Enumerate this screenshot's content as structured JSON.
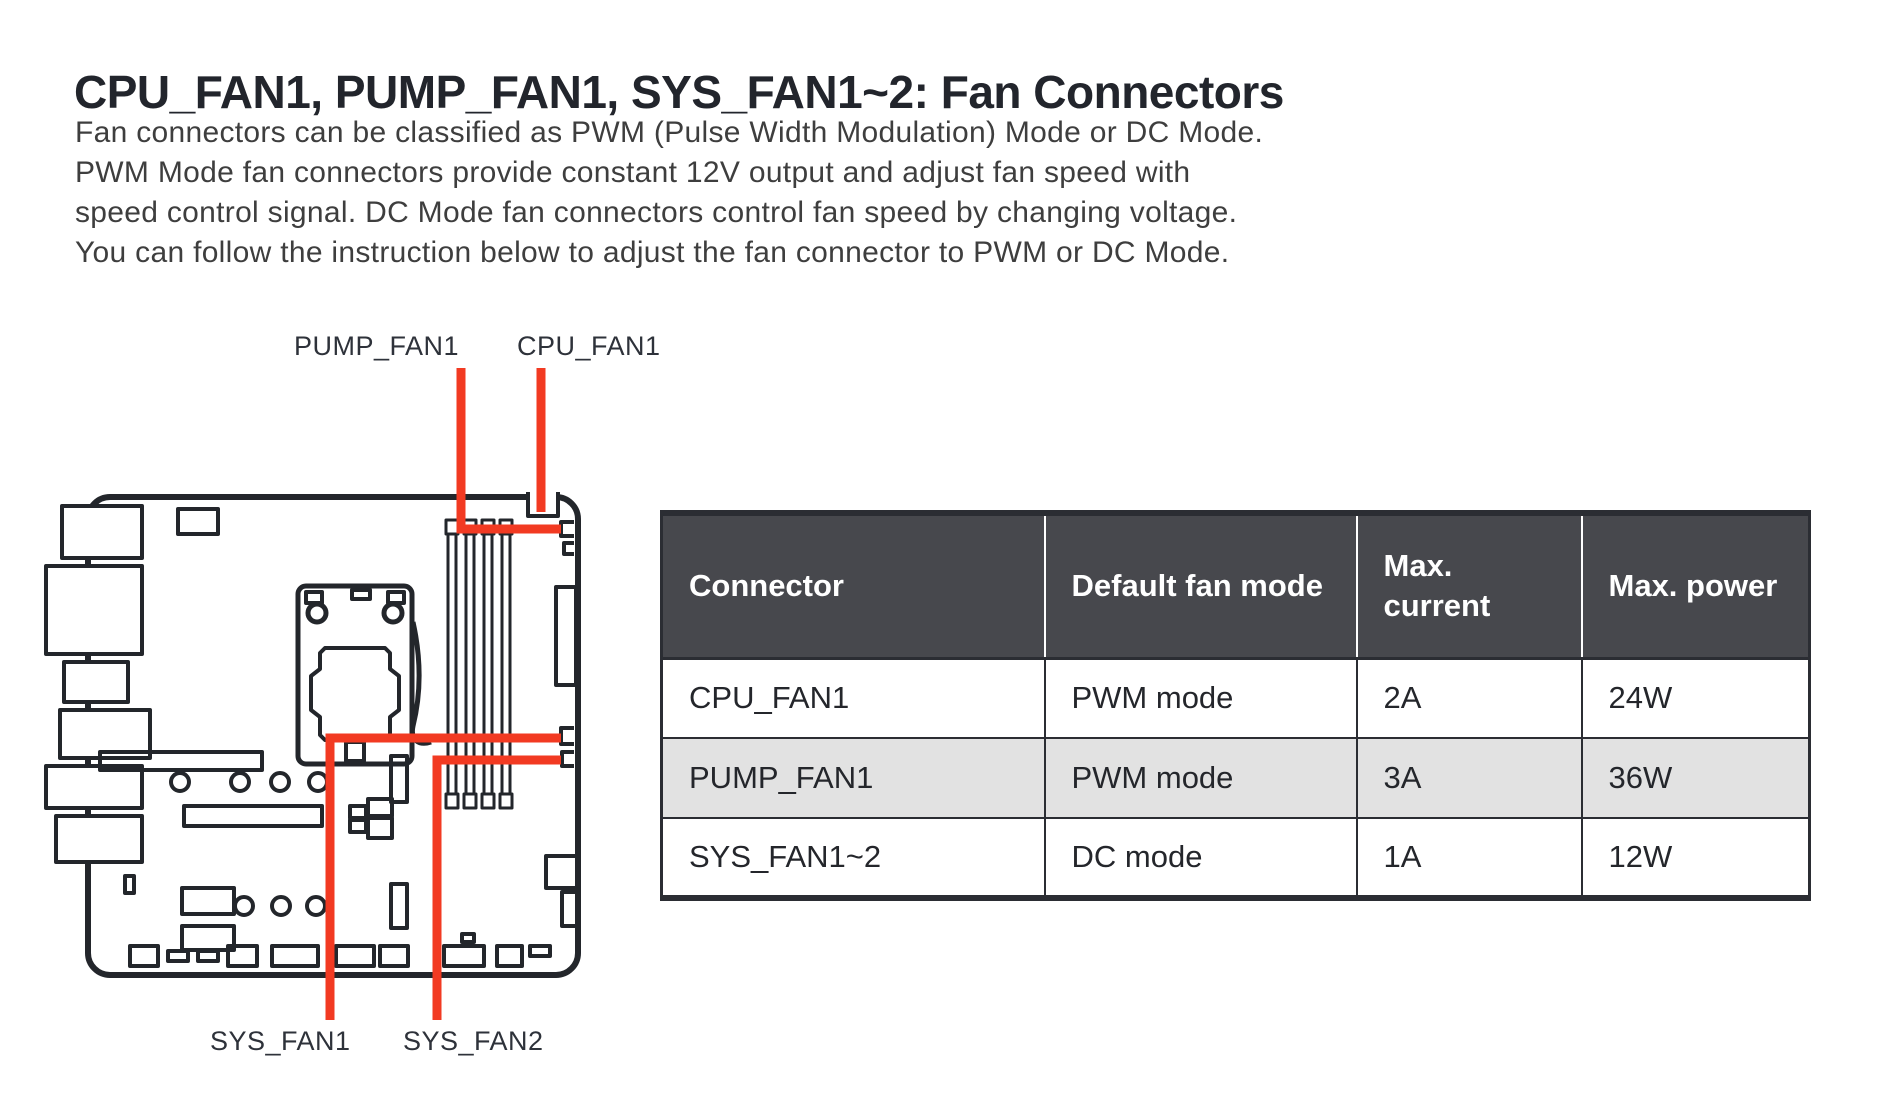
{
  "page": {
    "title": "CPU_FAN1, PUMP_FAN1, SYS_FAN1~2: Fan Connectors",
    "intro_lines": [
      "Fan connectors can be classified as PWM (Pulse Width Modulation) Mode or DC Mode.",
      "PWM Mode fan connectors provide constant 12V output and adjust fan speed with",
      "speed control signal. DC Mode fan connectors control fan speed by changing voltage.",
      "You can follow the instruction below to adjust the fan connector to PWM or DC Mode."
    ]
  },
  "diagram": {
    "labels": {
      "pump": "PUMP_FAN1",
      "cpu": "CPU_FAN1",
      "sys1": "SYS_FAN1",
      "sys2": "SYS_FAN2"
    },
    "accent_color": "#f23a22",
    "line_color": "#23262b"
  },
  "table": {
    "headers": [
      "Connector",
      "Default fan mode",
      "Max. current",
      "Max. power"
    ],
    "rows": [
      {
        "connector": "CPU_FAN1",
        "default_fan_mode": "PWM mode",
        "max_current": "2A",
        "max_power": "24W"
      },
      {
        "connector": "PUMP_FAN1",
        "default_fan_mode": "PWM mode",
        "max_current": "3A",
        "max_power": "36W"
      },
      {
        "connector": "SYS_FAN1~2",
        "default_fan_mode": "DC mode",
        "max_current": "1A",
        "max_power": "12W"
      }
    ],
    "colors": {
      "header_bg": "#47484d",
      "header_text": "#ffffff",
      "alt_row_bg": "#e2e2e2",
      "border": "#2b2d33"
    }
  }
}
